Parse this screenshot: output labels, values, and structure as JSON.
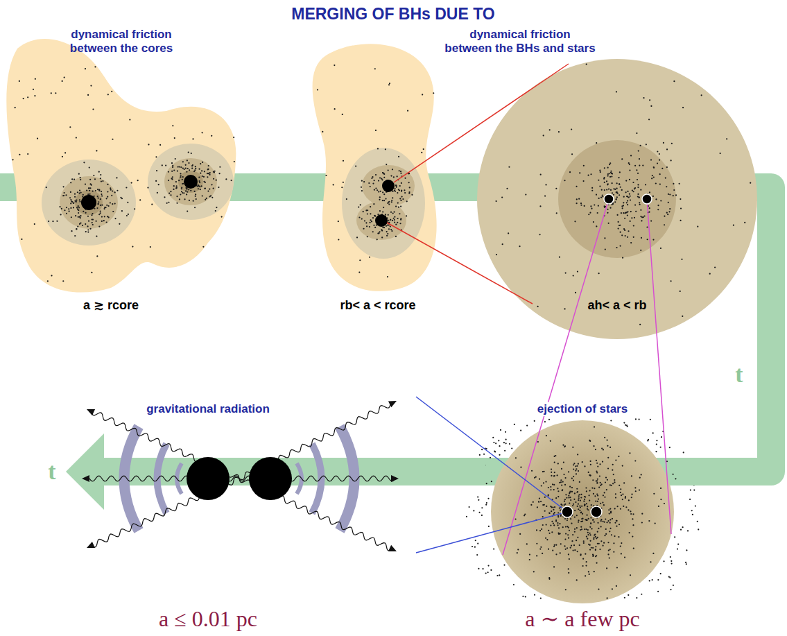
{
  "diagram": {
    "title": "MERGING OF BHs DUE TO",
    "nodes": [
      {
        "text": [
          "dynamical friction between the cores",
          "a ≳ rcore"
        ]
      },
      {
        "text": [
          "rb< a < rcore"
        ]
      },
      {
        "text": [
          "ah< a < rb"
        ]
      },
      {
        "text": [
          "ejection of stars",
          "a ∼ a few pc"
        ]
      },
      {
        "text": [
          "gravitational radiation",
          "a ≤ 0.01 pc"
        ]
      }
    ],
    "edges": [
      {
        "from": 0,
        "to": 1,
        "arrow": "none"
      },
      {
        "from": 1,
        "to": 2,
        "arrow": "none"
      },
      {
        "from": 2,
        "to": 3,
        "arrow": "none"
      },
      {
        "from": 3,
        "to": 4,
        "arrow": "none"
      }
    ],
    "labels": [
      "dynamical friction between the BHs and stars",
      "t",
      "t"
    ]
  }
}
